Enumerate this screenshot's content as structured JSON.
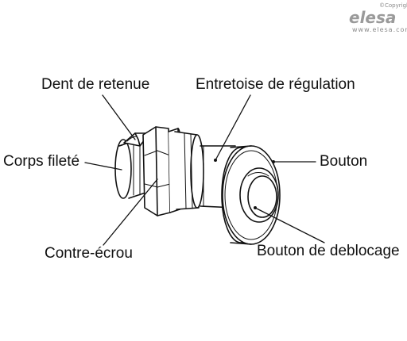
{
  "brand": {
    "copyright": "©Copyright",
    "logo": "elesa",
    "url": "www.elesa.com"
  },
  "labels": {
    "dent_de_retenue": "Dent de retenue",
    "entretoise": "Entretoise de régulation",
    "corps_filete": "Corps fileté",
    "bouton": "Bouton",
    "contre_ecrou": "Contre-écrou",
    "bouton_deblocage": "Bouton de deblocage"
  },
  "colors": {
    "line": "#111111",
    "logo": "#9a9a9a",
    "text": "#111111"
  }
}
